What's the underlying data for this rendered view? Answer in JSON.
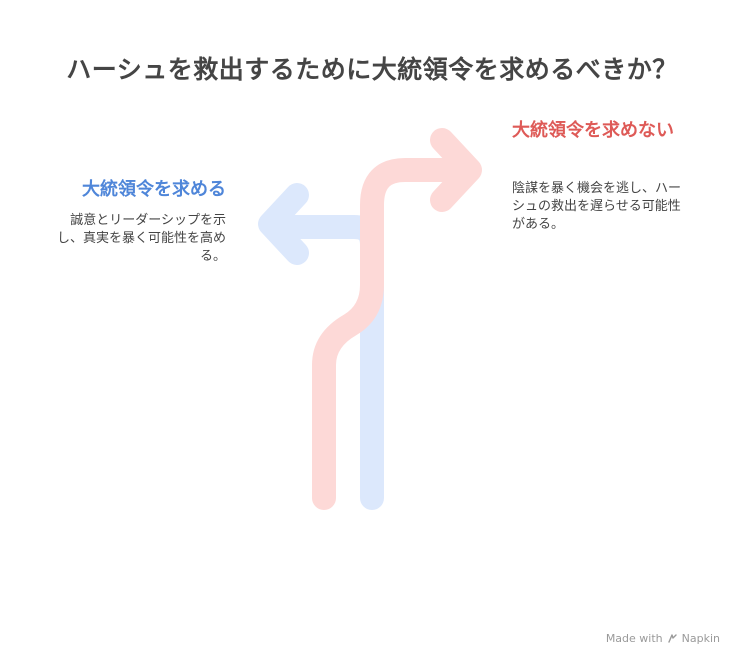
{
  "title": "ハーシュを救出するために大統領令を求めるべきか？",
  "options": {
    "left": {
      "heading": "大統領令を求める",
      "description": "誠意とリーダーシップを示し、真実を暴く可能性を高める。",
      "color": "#4f86d9",
      "arrow_color": "#dce8fc"
    },
    "right": {
      "heading": "大統領令を求めない",
      "description": "陰謀を暴く機会を逃し、ハーシュの救出を遅らせる可能性がある。",
      "color": "#de5a57",
      "arrow_color": "#fdd9d7"
    }
  },
  "footer": {
    "made_with": "Made with",
    "brand": "Napkin",
    "brand_icon": "napkin-logo-icon"
  }
}
